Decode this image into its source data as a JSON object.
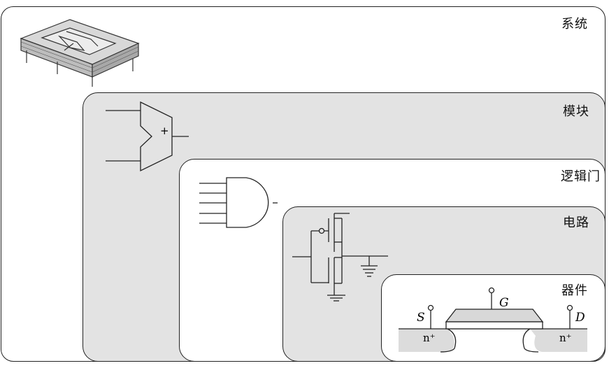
{
  "levels": [
    {
      "label": "系统",
      "fill": "#ffffff"
    },
    {
      "label": "模块",
      "fill": "#e3e3e3"
    },
    {
      "label": "逻辑门",
      "fill": "#ffffff"
    },
    {
      "label": "电路",
      "fill": "#e3e3e3"
    },
    {
      "label": "器件",
      "fill": "#ffffff"
    }
  ],
  "adder": {
    "symbol": "+"
  },
  "device": {
    "gate": "G",
    "source": "S",
    "drain": "D",
    "diffusion": "n⁺"
  }
}
